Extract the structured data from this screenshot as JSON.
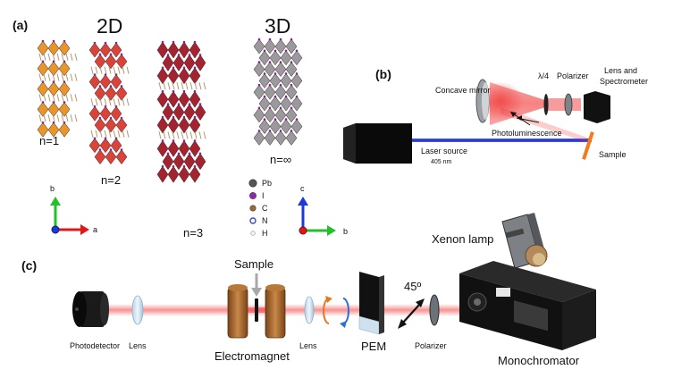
{
  "panels": {
    "a": {
      "label": "(a)",
      "heading_2d": "2D",
      "heading_3d": "3D",
      "n_labels": [
        "n=1",
        "n=2",
        "n=3",
        "n=∞"
      ],
      "legend": [
        "Pb",
        "I",
        "C",
        "N",
        "H"
      ],
      "axes_2d": {
        "vertical": "b",
        "horizontal": "a"
      },
      "axes_3d": {
        "vertical": "c",
        "horizontal": "b"
      }
    },
    "b": {
      "label": "(b)",
      "concave_mirror": "Concave mirror",
      "quarter_wave": "λ/4",
      "polarizer": "Polarizer",
      "lens_spectrometer": "Lens and Spectrometer",
      "photoluminescence": "Photoluminescence",
      "sample": "Sample",
      "laser_source": "Laser source",
      "laser_wavelength": "405 nm"
    },
    "c": {
      "label": "(c)",
      "xenon_lamp": "Xenon lamp",
      "sample": "Sample",
      "angle": "45º",
      "photodetector": "Photodetector",
      "lens_left": "Lens",
      "electromagnet": "Electromagnet",
      "lens_right": "Lens",
      "pem": "PEM",
      "polarizer": "Polarizer",
      "monochromator": "Monochromator"
    }
  },
  "colors": {
    "n1_octahedra": "#e8952a",
    "n2_octahedra": "#d9443a",
    "n3_octahedra": "#a32430",
    "ninf_octahedra": "#9a9a9e",
    "laser_blue": "#1f2fd6",
    "beam_red": "#f03a3a",
    "axis_red": "#e01818",
    "axis_green": "#22c02a",
    "axis_blue": "#1c3ad8",
    "magnet_brown": "#a8672e"
  }
}
